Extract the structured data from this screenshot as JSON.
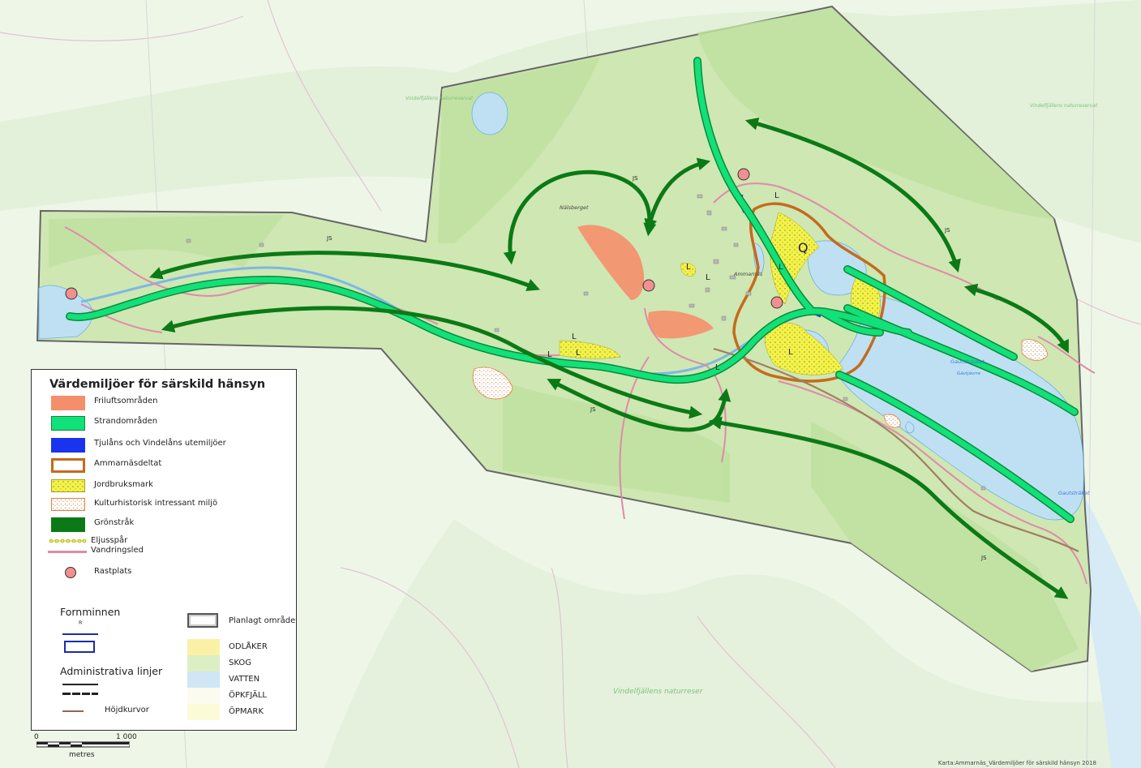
{
  "legend": {
    "title": "Värdemiljöer för särskild hänsyn",
    "items": [
      {
        "label": "Friluftsområden",
        "icon": "salmon-fill-swatch",
        "color": "#f58f6b"
      },
      {
        "label": "Strandområden",
        "icon": "green-fill-swatch",
        "color": "#12e078"
      },
      {
        "label": "Tjulåns och Vindelåns utemiljöer",
        "icon": "blue-fill-swatch",
        "color": "#1a33ee"
      },
      {
        "label": "Ammarnäsdeltat",
        "icon": "brown-outline-swatch",
        "color": "#c46b1e"
      },
      {
        "label": "Jordbruksmark",
        "icon": "yellow-hatch-swatch",
        "color": "#e8f030"
      },
      {
        "label": "Kulturhistorisk intressant miljö",
        "icon": "dotted-hatch-swatch",
        "color": "#e8a070"
      },
      {
        "label": "Grönstråk",
        "icon": "dark-green-fill-swatch",
        "color": "#0b7a16"
      },
      {
        "label": "Eljusspår",
        "icon": "dotted-yellow-line",
        "color": "#d8e030"
      },
      {
        "label": "Vandringsled",
        "icon": "pink-line",
        "color": "#e08aa8"
      },
      {
        "label": "Rastplats",
        "icon": "pink-circle",
        "color": "#f09090"
      }
    ],
    "fornminnen_title": "Fornminnen",
    "fornminnen_symbol": "ᴿ",
    "admin_title": "Administrativa linjer",
    "contour_label": "Höjdkurvor",
    "planned_label": "Planlagt område",
    "landcover": [
      {
        "label": "ODLÅKER",
        "color": "#fbf1a6"
      },
      {
        "label": "SKOG",
        "color": "#dcefc4"
      },
      {
        "label": "VATTEN",
        "color": "#cfe6f5"
      },
      {
        "label": "ÖPKFJÄLL",
        "color": "#fbfbf0"
      },
      {
        "label": "ÖPMARK",
        "color": "#fbfbd8"
      }
    ]
  },
  "scale": {
    "zero": "0",
    "max": "1 000",
    "unit": "metres"
  },
  "credit": "Karta:Ammarnäs_Värdemiljöer för särskild hänsyn 2018",
  "map_labels": {
    "js": "JS",
    "q": "Q",
    "l": "L",
    "gautstrasket": "Gautsträsket",
    "gautstrasket_sami": "Gávtjávrre",
    "vindelfjallen_1": "Vindelfjällens naturreservat",
    "vindelfjallen_big": "Vindelfjällens naturreser",
    "nalsberget": "Nälsberget",
    "ammarnas": "Ammarnäs",
    "gautstraket_se": "Gautsträket"
  }
}
